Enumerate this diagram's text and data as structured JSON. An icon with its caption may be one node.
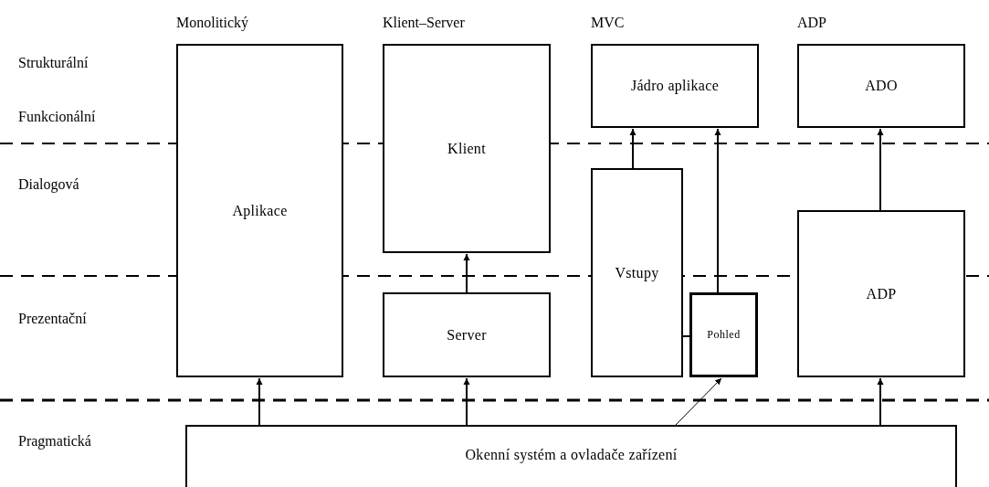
{
  "diagram": {
    "nodes": [
      {
        "text": [
          "Aplikace"
        ]
      },
      {
        "text": [
          "Klient"
        ]
      },
      {
        "text": [
          "Server"
        ]
      },
      {
        "text": [
          "Jádro aplikace"
        ]
      },
      {
        "text": [
          "Vstupy"
        ]
      },
      {
        "text": [
          "Pohled"
        ]
      },
      {
        "text": [
          "ADO"
        ]
      },
      {
        "text": [
          "ADP"
        ]
      },
      {
        "text": [
          "Okenní systém a ovladače zařízení"
        ]
      }
    ],
    "edges": [
      {
        "from": 8,
        "to": 0,
        "arrow": "to"
      },
      {
        "from": 8,
        "to": 2,
        "arrow": "to"
      },
      {
        "from": 2,
        "to": 1,
        "arrow": "to"
      },
      {
        "from": 4,
        "to": 3,
        "arrow": "to"
      },
      {
        "from": 5,
        "to": 3,
        "arrow": "to"
      },
      {
        "from": 4,
        "to": 5,
        "arrow": "none"
      },
      {
        "from": 8,
        "to": 5,
        "arrow": "to"
      },
      {
        "from": 8,
        "to": 7,
        "arrow": "to"
      },
      {
        "from": 7,
        "to": 6,
        "arrow": "to"
      }
    ],
    "labels": [
      "Monolitický",
      "Klient–Server",
      "MVC",
      "ADP",
      "Strukturální",
      "Funkcionální",
      "Dialogová",
      "Prezentační",
      "Pragmatická"
    ]
  }
}
